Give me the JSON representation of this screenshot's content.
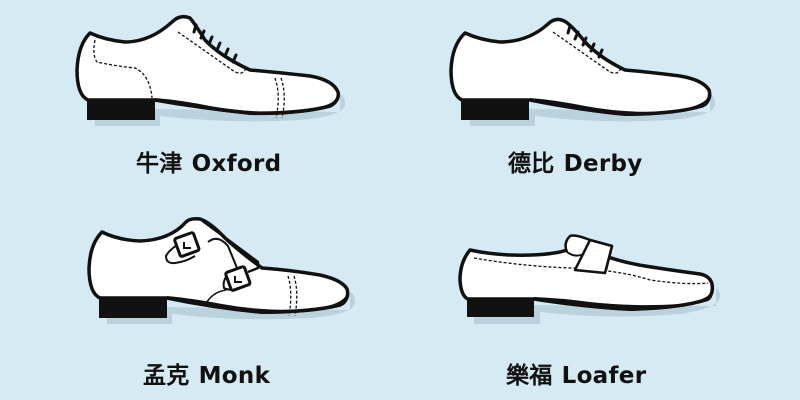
{
  "colors": {
    "background": "#d6eaf4",
    "shoe_fill": "#ffffff",
    "outline": "#111111",
    "shadow": "#b9d2de"
  },
  "shoes": [
    {
      "id": "oxford",
      "zh": "牛津",
      "en": "Oxford"
    },
    {
      "id": "derby",
      "zh": "德比",
      "en": "Derby"
    },
    {
      "id": "monk",
      "zh": "孟克",
      "en": "Monk"
    },
    {
      "id": "loafer",
      "zh": "樂福",
      "en": "Loafer"
    }
  ]
}
